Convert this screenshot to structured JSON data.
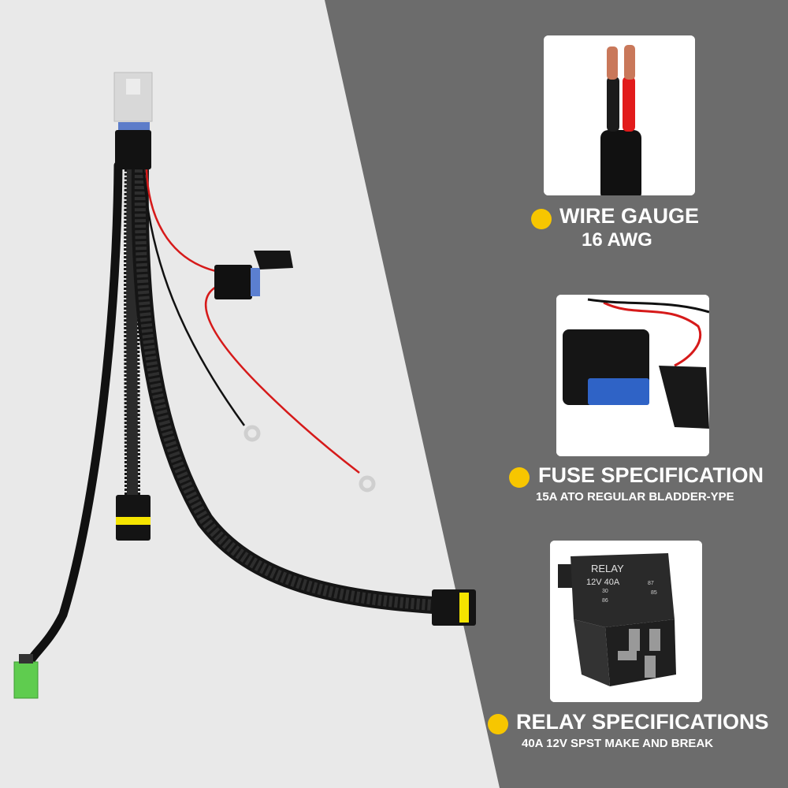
{
  "colors": {
    "panel": "#6c6c6c",
    "background": "#e9e9e9",
    "accent_dot": "#f7c600",
    "wire_red": "#d61a1a",
    "connector_yellow": "#f5e400",
    "connector_green": "#5fcc4f",
    "fuse_blue": "#4a7fd6"
  },
  "specs": [
    {
      "id": "wire",
      "title": "WIRE GAUGE",
      "subtitle": "16 AWG",
      "photo": "wire-photo"
    },
    {
      "id": "fuse",
      "title": "FUSE SPECIFICATION",
      "subtitle": "15A ATO REGULAR BLADDER-YPE",
      "photo": "fuse-holder-photo"
    },
    {
      "id": "relay",
      "title": "RELAY SPECIFICATIONS",
      "subtitle": "40A 12V SPST MAKE AND BREAK",
      "photo": "relay-photo"
    }
  ],
  "relay_label": {
    "line1": "RELAY",
    "line2": "12V  40A",
    "pins": [
      "30",
      "87",
      "86",
      "85"
    ]
  }
}
